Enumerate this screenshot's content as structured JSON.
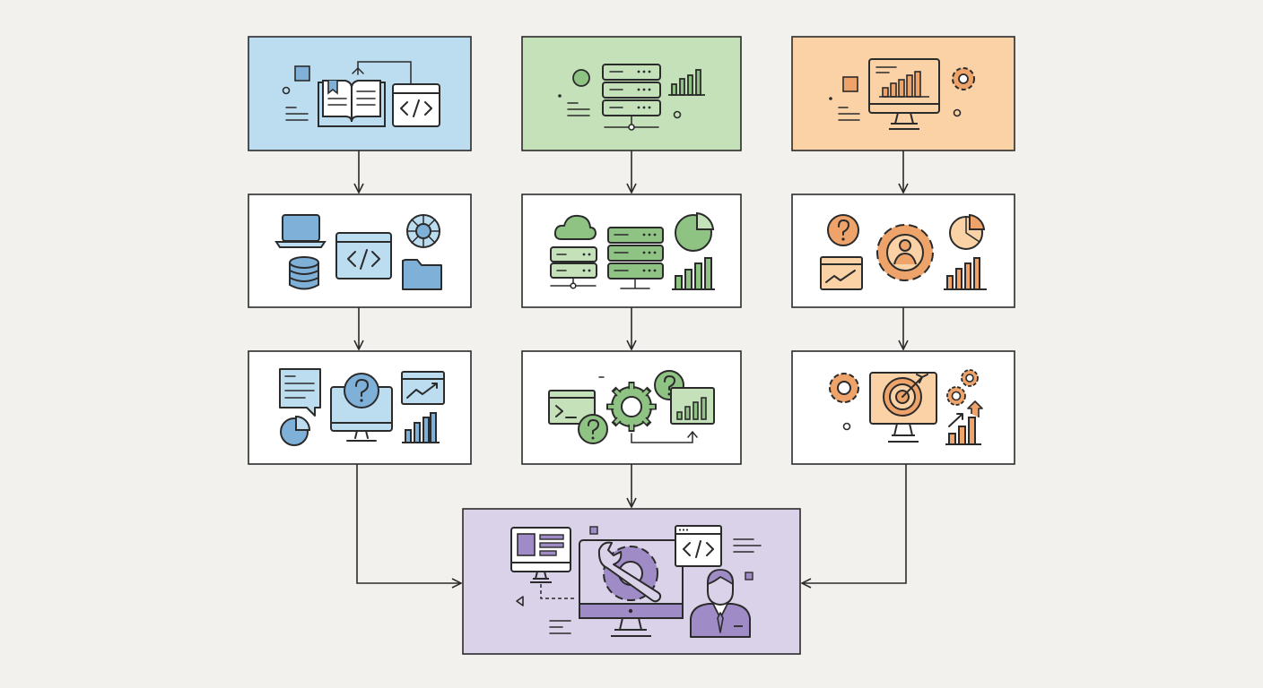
{
  "palette": {
    "background": "#f2f1ed",
    "stroke": "#2b2b2b",
    "blue": "#bcdcf0",
    "blue_accent": "#7fb0d8",
    "green": "#c4e1b9",
    "green_accent": "#8fc384",
    "orange": "#fbd2a6",
    "orange_accent": "#eda36a",
    "purple": "#dad2e8",
    "purple_accent": "#9f8cc6",
    "white": "#ffffff"
  },
  "columns": [
    {
      "id": "left",
      "color": "blue",
      "stages": [
        {
          "icons": [
            "book-icon",
            "code-window-icon",
            "document-lines-icon"
          ]
        },
        {
          "icons": [
            "laptop-icon",
            "database-icon",
            "code-window-icon",
            "aperture-icon",
            "folder-icon"
          ]
        },
        {
          "icons": [
            "chat-bubble-icon",
            "pie-chart-icon",
            "question-monitor-icon",
            "trend-window-icon",
            "bar-chart-icon"
          ]
        }
      ]
    },
    {
      "id": "middle",
      "color": "green",
      "stages": [
        {
          "icons": [
            "server-stack-icon",
            "bar-chart-icon",
            "document-lines-icon"
          ]
        },
        {
          "icons": [
            "cloud-icon",
            "server-icon",
            "server-stack-icon",
            "pie-chart-icon",
            "bar-chart-icon"
          ]
        },
        {
          "icons": [
            "terminal-window-icon",
            "question-icon",
            "gear-icon",
            "chart-window-icon"
          ]
        }
      ]
    },
    {
      "id": "right",
      "color": "orange",
      "stages": [
        {
          "icons": [
            "monitor-chart-icon",
            "gear-icon",
            "document-lines-icon"
          ]
        },
        {
          "icons": [
            "question-icon",
            "trend-window-icon",
            "gear-person-icon",
            "pie-chart-icon",
            "bar-chart-icon"
          ]
        },
        {
          "icons": [
            "gear-icon",
            "target-monitor-icon",
            "growth-chart-icon"
          ]
        }
      ]
    }
  ],
  "merge": {
    "color": "purple",
    "icons": [
      "layout-monitor-icon",
      "wrench-gear-monitor-icon",
      "code-window-icon",
      "person-icon"
    ]
  }
}
